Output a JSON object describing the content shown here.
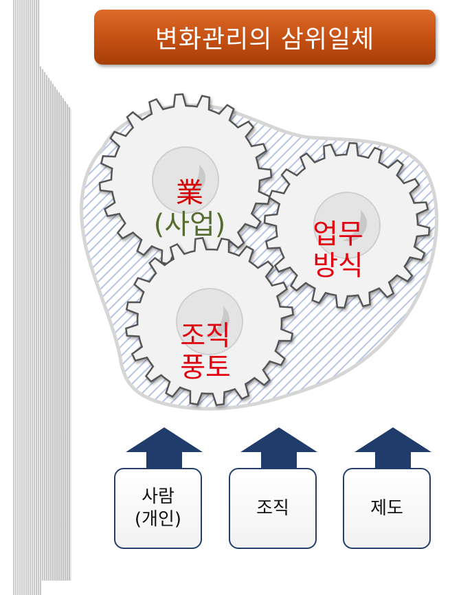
{
  "title": "변화관리의 삼위일체",
  "gears": [
    {
      "label": "業\n(사업)",
      "text_color": "#d40000",
      "sub_color": "#556b2f"
    },
    {
      "label": "업무\n방식",
      "text_color": "#e00010"
    },
    {
      "label": "조직\n풍토",
      "text_color": "#e00010"
    }
  ],
  "factors": [
    {
      "label": "사람\n(개인)"
    },
    {
      "label": "조직"
    },
    {
      "label": "제도"
    }
  ],
  "colors": {
    "title_bg": "#c44f12",
    "arrow": "#1f3c6b",
    "box_border": "#233e6d",
    "gear_fill": "#f2f2f2",
    "gear_stroke": "#555555",
    "blob_hatch": "#aab8e0"
  }
}
